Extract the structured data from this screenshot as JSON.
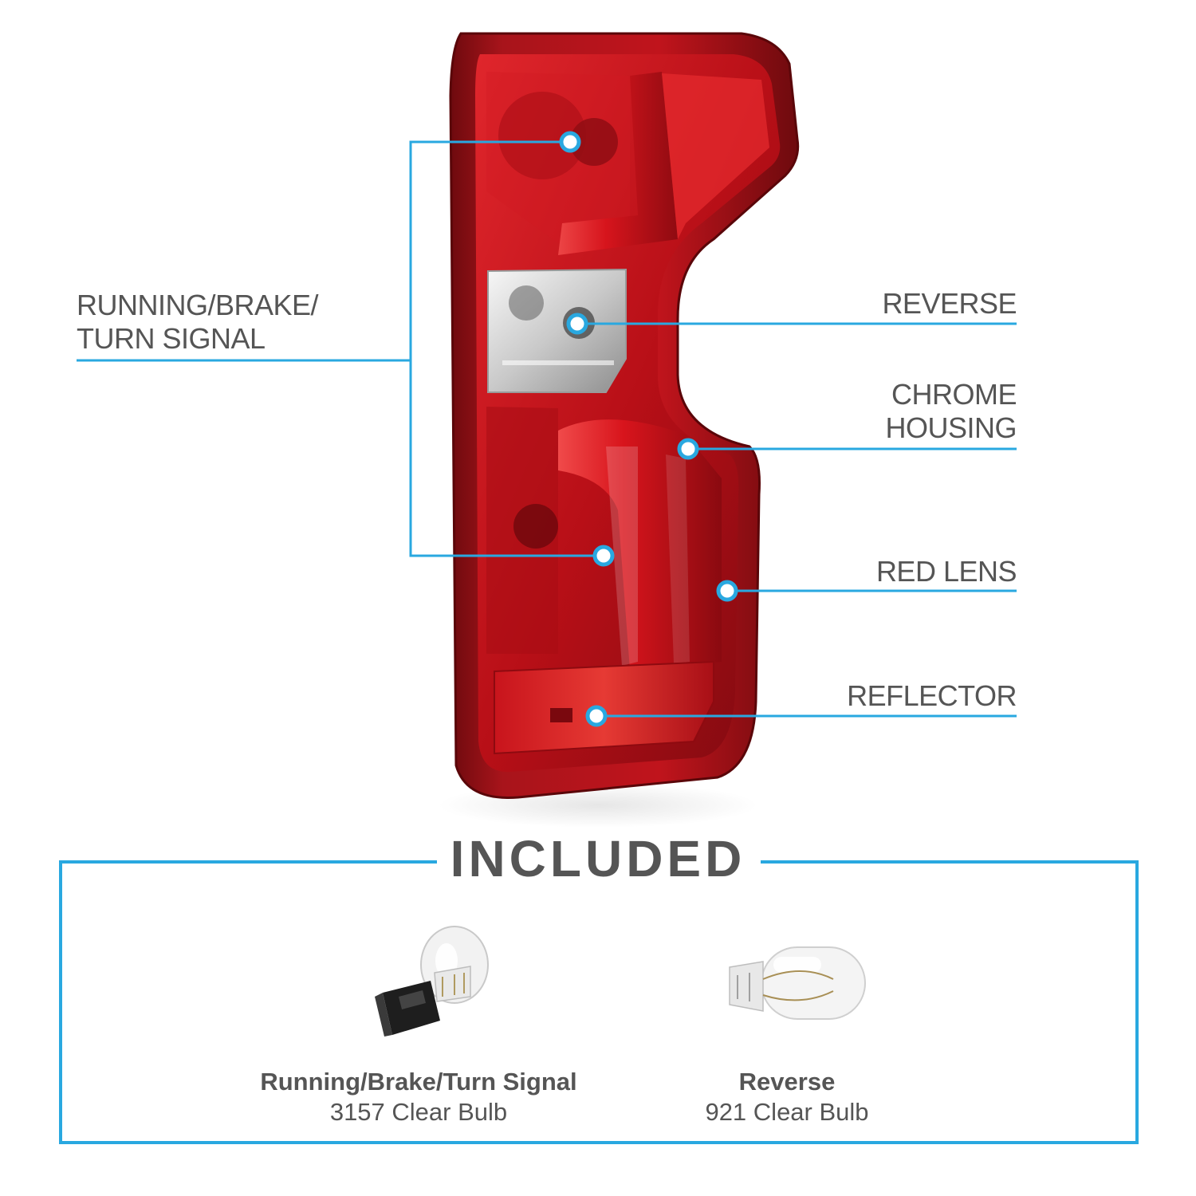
{
  "callouts": {
    "running_brake_turn": {
      "line1": "RUNNING/BRAKE/",
      "line2": "TURN SIGNAL"
    },
    "reverse": {
      "line1": "REVERSE"
    },
    "chrome_housing": {
      "line1": "CHROME",
      "line2": "HOUSING"
    },
    "red_lens": {
      "line1": "RED LENS"
    },
    "reflector": {
      "line1": "REFLECTOR"
    }
  },
  "included": {
    "title": "INCLUDED",
    "bulbs": [
      {
        "name": "Running/Brake/Turn Signal",
        "spec": "3157 Clear Bulb"
      },
      {
        "name": "Reverse",
        "spec": "921 Clear Bulb"
      }
    ]
  },
  "colors": {
    "accent_blue": "#29a8e0",
    "label_gray": "#555555",
    "lens_red": "#c8101a",
    "lens_dark_red": "#7a0b10"
  }
}
